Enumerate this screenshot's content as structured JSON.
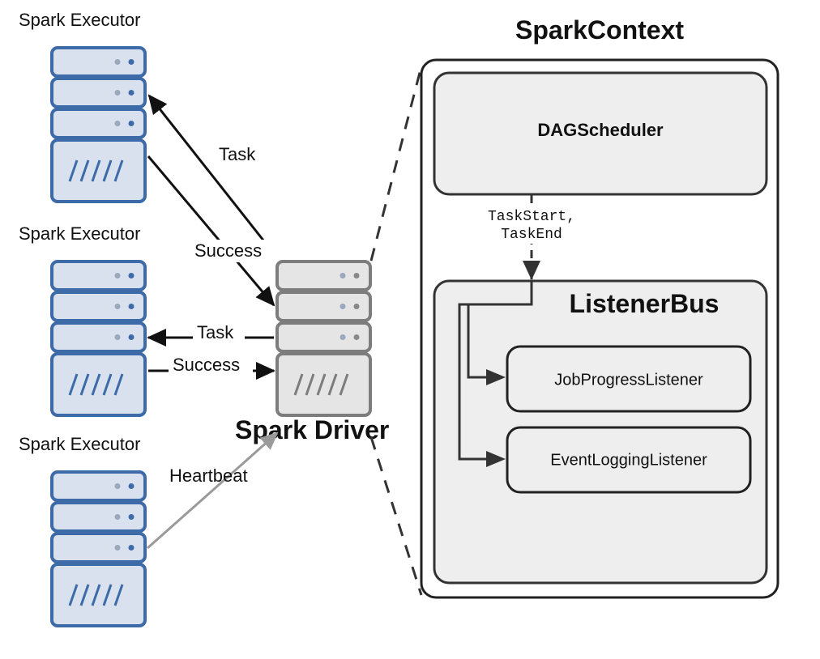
{
  "colors": {
    "executor_fill": "#d9e1ee",
    "executor_stroke": "#3d6ba8",
    "driver_fill": "#e5e5e5",
    "driver_stroke": "#7d7d7d",
    "box_fill": "#eeeeee",
    "line": "#111111",
    "heartbeat_line": "#9a9a9a"
  },
  "executors": [
    {
      "label": "Spark Executor",
      "icon": "server-icon"
    },
    {
      "label": "Spark Executor",
      "icon": "server-icon"
    },
    {
      "label": "Spark Executor",
      "icon": "server-icon"
    }
  ],
  "driver": {
    "label": "Spark Driver",
    "icon": "server-icon"
  },
  "edges": {
    "task_1": "Task",
    "success_1": "Success",
    "task_2": "Task",
    "success_2": "Success",
    "heartbeat": "Heartbeat"
  },
  "spark_context": {
    "title": "SparkContext",
    "dag_scheduler": "DAGScheduler",
    "events_line1": "TaskStart,",
    "events_line2": "TaskEnd",
    "listener_bus": {
      "title": "ListenerBus",
      "listeners": [
        "JobProgressListener",
        "EventLoggingListener"
      ]
    }
  }
}
